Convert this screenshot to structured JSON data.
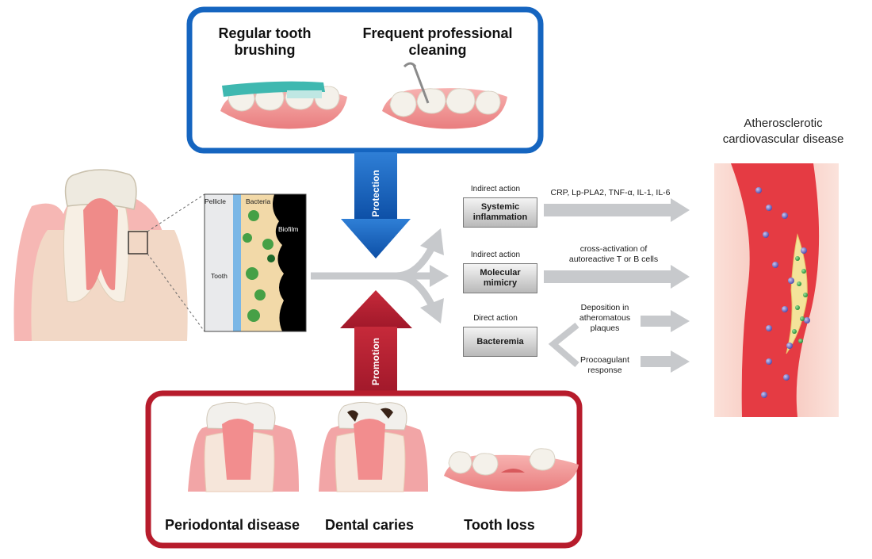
{
  "colors": {
    "protection_blue": "#1565c0",
    "promotion_red": "#b71c2c",
    "arrow_grey": "#c7c9cc",
    "vessel_red": "#e53b43",
    "plaque_yellow": "#f4e39a",
    "bacteria_green": "#3a9a3a"
  },
  "protection": {
    "title_left": "Regular tooth brushing",
    "title_right": "Frequent professional cleaning",
    "arrow_label": "Protection"
  },
  "promotion": {
    "arrow_label": "Promotion",
    "items": [
      "Periodontal disease",
      "Dental caries",
      "Tooth loss"
    ]
  },
  "biofilm_inset": {
    "pellicle": "Pellicle",
    "bacteria": "Bacteria",
    "biofilm": "Biofilm",
    "tooth": "Tooth"
  },
  "pathways": [
    {
      "action": "Indirect action",
      "mechanism": "Systemic inflammation",
      "effects": [
        "CRP, Lp-PLA2, TNF-α, IL-1, IL-6"
      ]
    },
    {
      "action": "Indirect action",
      "mechanism": "Molecular mimicry",
      "effects": [
        "cross-activation of autoreactive T or B cells"
      ]
    },
    {
      "action": "Direct action",
      "mechanism": "Bacteremia",
      "effects": [
        "Deposition in atheromatous plaques",
        "Procoagulant response"
      ]
    }
  ],
  "outcome": {
    "title": "Atherosclerotic cardiovascular disease"
  }
}
